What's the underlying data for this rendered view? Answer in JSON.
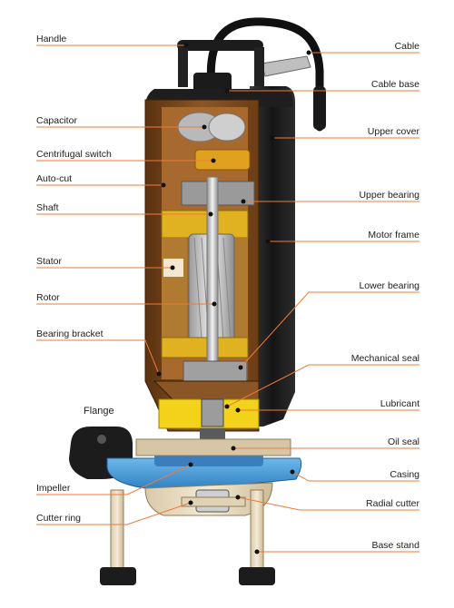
{
  "labels": {
    "handle": "Handle",
    "capacitor": "Capacitor",
    "centrifugal_switch": "Centrifugal switch",
    "auto_cut": "Auto-cut",
    "shaft": "Shaft",
    "stator": "Stator",
    "rotor": "Rotor",
    "bearing_bracket": "Bearing bracket",
    "flange": "Flange",
    "impeller": "Impeller",
    "cutter_ring": "Cutter ring",
    "cable": "Cable",
    "cable_base": "Cable base",
    "upper_cover": "Upper cover",
    "upper_bearing": "Upper bearing",
    "motor_frame": "Motor frame",
    "lower_bearing": "Lower bearing",
    "mechanical_seal": "Mechanical seal",
    "lubricant": "Lubricant",
    "oil_seal": "Oil seal",
    "casing": "Casing",
    "radial_cutter": "Radial cutter",
    "base_stand": "Base stand"
  },
  "colors": {
    "leader": "#f07a36",
    "body_dark": "#1f1f1f",
    "cutaway_brown": "#7a4a1c",
    "cutaway_light": "#c98a45",
    "rotor_silver": "#c7c7c7",
    "stator_yellow": "#e0b222",
    "lubricant_yellow": "#f2d21a",
    "casing_blue": "#4a9fd8",
    "base_cream": "#e9dcc3"
  }
}
